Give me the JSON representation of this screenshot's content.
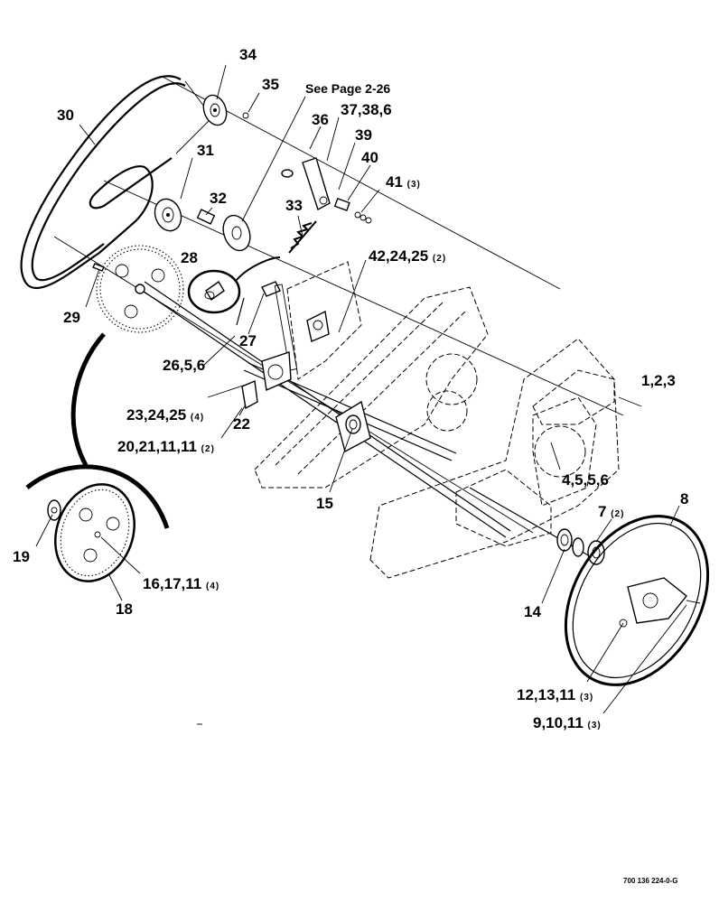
{
  "diagram": {
    "reference_note": "See Page 2-26",
    "drawing_code": "700 136 224-0-G",
    "callouts": [
      {
        "id": "c34",
        "text": "34",
        "qty": ""
      },
      {
        "id": "c35",
        "text": "35",
        "qty": ""
      },
      {
        "id": "c30",
        "text": "30",
        "qty": ""
      },
      {
        "id": "c36",
        "text": "36",
        "qty": ""
      },
      {
        "id": "c37",
        "text": "37,38,6",
        "qty": ""
      },
      {
        "id": "c39",
        "text": "39",
        "qty": ""
      },
      {
        "id": "c31",
        "text": "31",
        "qty": ""
      },
      {
        "id": "c40",
        "text": "40",
        "qty": ""
      },
      {
        "id": "c41",
        "text": "41",
        "qty": "(3)"
      },
      {
        "id": "c32",
        "text": "32",
        "qty": ""
      },
      {
        "id": "c33",
        "text": "33",
        "qty": ""
      },
      {
        "id": "c42",
        "text": "42,24,25",
        "qty": "(2)"
      },
      {
        "id": "c28",
        "text": "28",
        "qty": ""
      },
      {
        "id": "c29",
        "text": "29",
        "qty": ""
      },
      {
        "id": "c27",
        "text": "27",
        "qty": ""
      },
      {
        "id": "c26",
        "text": "26,5,6",
        "qty": ""
      },
      {
        "id": "c1",
        "text": "1,2,3",
        "qty": ""
      },
      {
        "id": "c23",
        "text": "23,24,25",
        "qty": "(4)"
      },
      {
        "id": "c22",
        "text": "22",
        "qty": ""
      },
      {
        "id": "c20",
        "text": "20,21,11,11",
        "qty": "(2)"
      },
      {
        "id": "c4",
        "text": "4,5,5,6",
        "qty": ""
      },
      {
        "id": "c15",
        "text": "15",
        "qty": ""
      },
      {
        "id": "c8",
        "text": "8",
        "qty": ""
      },
      {
        "id": "c7",
        "text": "7",
        "qty": "(2)"
      },
      {
        "id": "c19",
        "text": "19",
        "qty": ""
      },
      {
        "id": "c16",
        "text": "16,17,11",
        "qty": "(4)"
      },
      {
        "id": "c14",
        "text": "14",
        "qty": ""
      },
      {
        "id": "c18",
        "text": "18",
        "qty": ""
      },
      {
        "id": "c12",
        "text": "12,13,11",
        "qty": "(3)"
      },
      {
        "id": "c9",
        "text": "9,10,11",
        "qty": "(3)"
      }
    ]
  }
}
